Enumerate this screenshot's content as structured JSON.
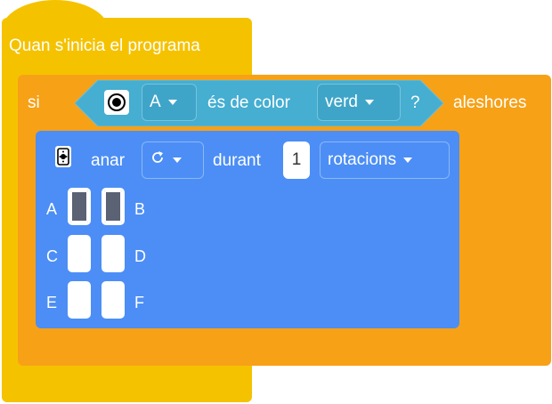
{
  "colors": {
    "hat": "#f5c200",
    "control": "#f7a117",
    "sensor": "#45aed1",
    "motor": "#4c8ef5",
    "port_active": "#5a6274"
  },
  "hat_block": {
    "label": "Quan s'inicia el programa"
  },
  "if_block": {
    "si_label": "si",
    "then_label": "aleshores",
    "condition": {
      "sensor_icon": "color-sensor-icon",
      "port_value": "A",
      "text": "és de color",
      "color_value": "verd",
      "question": "?"
    }
  },
  "motor_block": {
    "icon": "motor-icon",
    "action_label": "anar",
    "direction_icon": "rotate-clockwise-icon",
    "during_label": "durant",
    "amount": "1",
    "unit_value": "rotacions",
    "ports": [
      {
        "left": "A",
        "right": "B",
        "left_on": true,
        "right_on": true
      },
      {
        "left": "C",
        "right": "D",
        "left_on": false,
        "right_on": false
      },
      {
        "left": "E",
        "right": "F",
        "left_on": false,
        "right_on": false
      }
    ]
  }
}
